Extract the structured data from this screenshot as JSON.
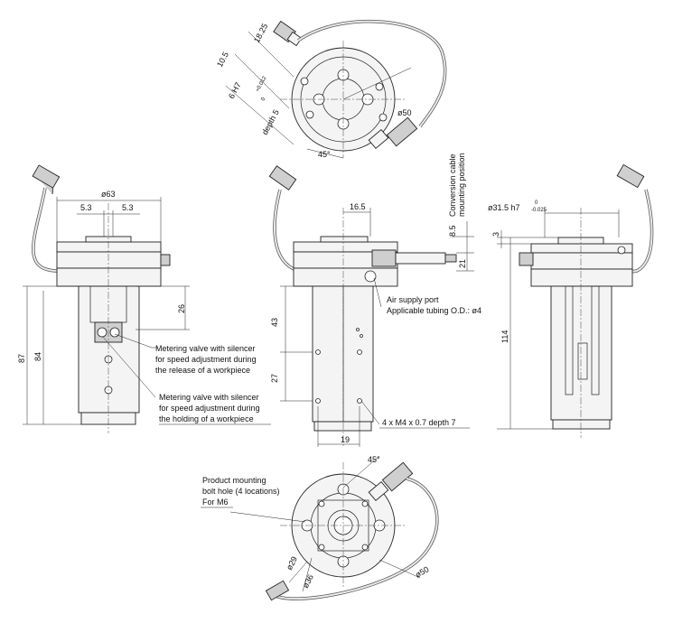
{
  "top_view": {
    "dim_18_25": "18.25",
    "dim_10_5": "10.5",
    "dim_6h7": "6 H7",
    "tol_up": "+0.012",
    "tol_low": "0",
    "depth5": "depth 5",
    "dia50": "ø50",
    "deg45": "45°"
  },
  "left_view": {
    "dia63": "ø63",
    "dim_5_3_a": "5.3",
    "dim_5_3_b": "5.3",
    "dim_26": "26",
    "dim_87": "87",
    "dim_84": "84"
  },
  "front_view": {
    "dim_16_5": "16.5",
    "dim_8_5": "8.5",
    "dim_21": "21",
    "dim_43": "43",
    "dim_27": "27",
    "dim_19": "19",
    "conversion_line1": "Conversion cable",
    "conversion_line2": "mounting position"
  },
  "right_view": {
    "dia31_5": "ø31.5 h7",
    "tol_up": "0",
    "tol_low": "-0.025",
    "dim_3": "3",
    "dim_114": "114"
  },
  "bottom_view": {
    "deg45": "45°",
    "dia29": "ø29",
    "dia36": "ø36",
    "dia50": "ø50"
  },
  "callouts": {
    "air_supply_line1": "Air supply port",
    "air_supply_line2": "Applicable tubing O.D.: ø4",
    "release_line1": "Metering valve with silencer",
    "release_line2": "for speed adjustment during",
    "release_line3": "the release of a workpiece",
    "holding_line1": "Metering valve with silencer",
    "holding_line2": "for speed adjustment during",
    "holding_line3": "the holding of a workpiece",
    "m4_holes": "4 x M4 x 0.7 depth 7",
    "mount_line1": "Product mounting",
    "mount_line2": "bolt hole (4 locations)",
    "mount_line3": "For M6"
  }
}
